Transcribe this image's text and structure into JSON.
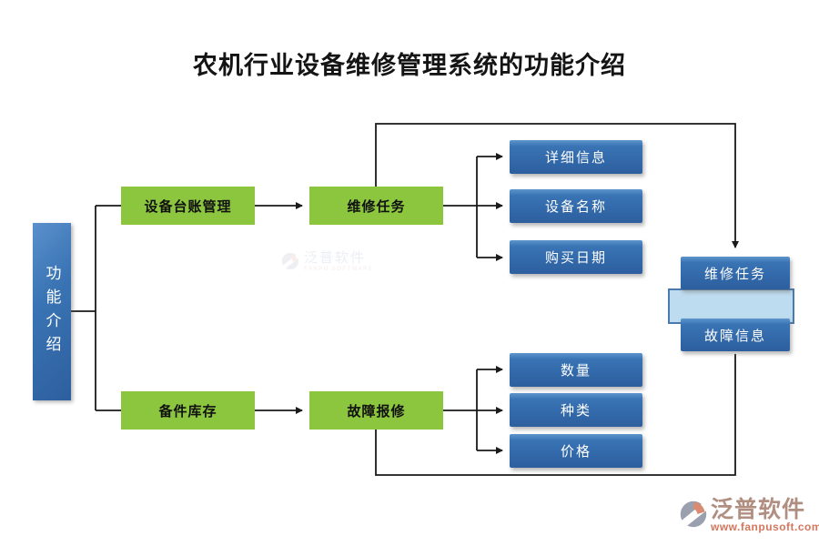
{
  "title": "农机行业设备维修管理系统的功能介绍",
  "root_label": "功能介绍",
  "top_branch": {
    "parent": "设备台账管理",
    "task": "维修任务",
    "children": [
      "详细信息",
      "设备名称",
      "购买日期"
    ]
  },
  "bottom_branch": {
    "parent": "备件库存",
    "task": "故障报修",
    "children": [
      "数量",
      "种类",
      "价格"
    ]
  },
  "right_group": {
    "top": "维修任务",
    "bottom": "故障信息"
  },
  "watermark_center": {
    "name": "泛普软件",
    "sub": "FANPU SOFTWARE"
  },
  "watermark_footer": {
    "name": "泛普软件",
    "url": "www.fanpusoft.com"
  },
  "colors": {
    "node_green": "#8cc63f",
    "node_blue_top": "#3a74b4",
    "node_blue_bottom": "#2d5f9e",
    "highlight_fill": "#bedcef",
    "highlight_border": "#4b79b0",
    "line": "#1a1a1a",
    "footer_url": "#d4765e"
  }
}
